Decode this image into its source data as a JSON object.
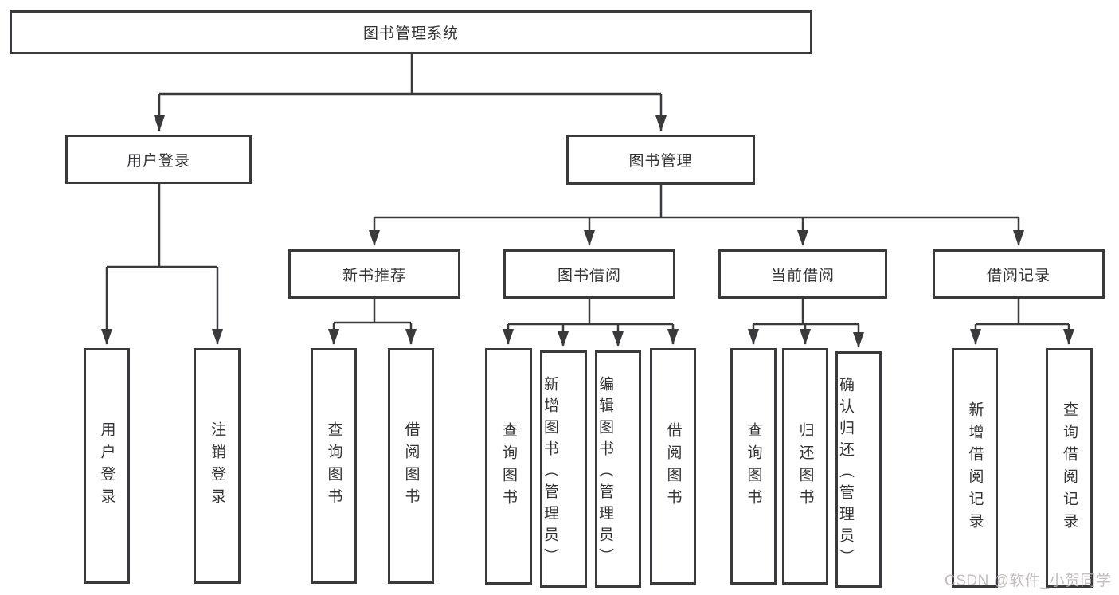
{
  "tree": {
    "label": "图书管理系统",
    "children": [
      {
        "label": "用户登录",
        "children": [
          {
            "label": "用户登录"
          },
          {
            "label": "注销登录"
          }
        ]
      },
      {
        "label": "图书管理",
        "children": [
          {
            "label": "新书推荐",
            "children": [
              {
                "label": "查询图书"
              },
              {
                "label": "借阅图书"
              }
            ]
          },
          {
            "label": "图书借阅",
            "children": [
              {
                "label": "查询图书"
              },
              {
                "label": "新增图书（管理员）"
              },
              {
                "label": "编辑图书（管理员）"
              },
              {
                "label": "借阅图书"
              }
            ]
          },
          {
            "label": "当前借阅",
            "children": [
              {
                "label": "查询图书"
              },
              {
                "label": "归还图书"
              },
              {
                "label": "确认归还（管理员）"
              }
            ]
          },
          {
            "label": "借阅记录",
            "children": [
              {
                "label": "新增借阅记录"
              },
              {
                "label": "查询借阅记录"
              }
            ]
          }
        ]
      }
    ]
  },
  "watermark": "CSDN @软件_小贺同学",
  "colors": {
    "line": "#3a3a3c",
    "text": "#333336",
    "watermark": "#b9b2b2",
    "background": "#ffffff"
  }
}
